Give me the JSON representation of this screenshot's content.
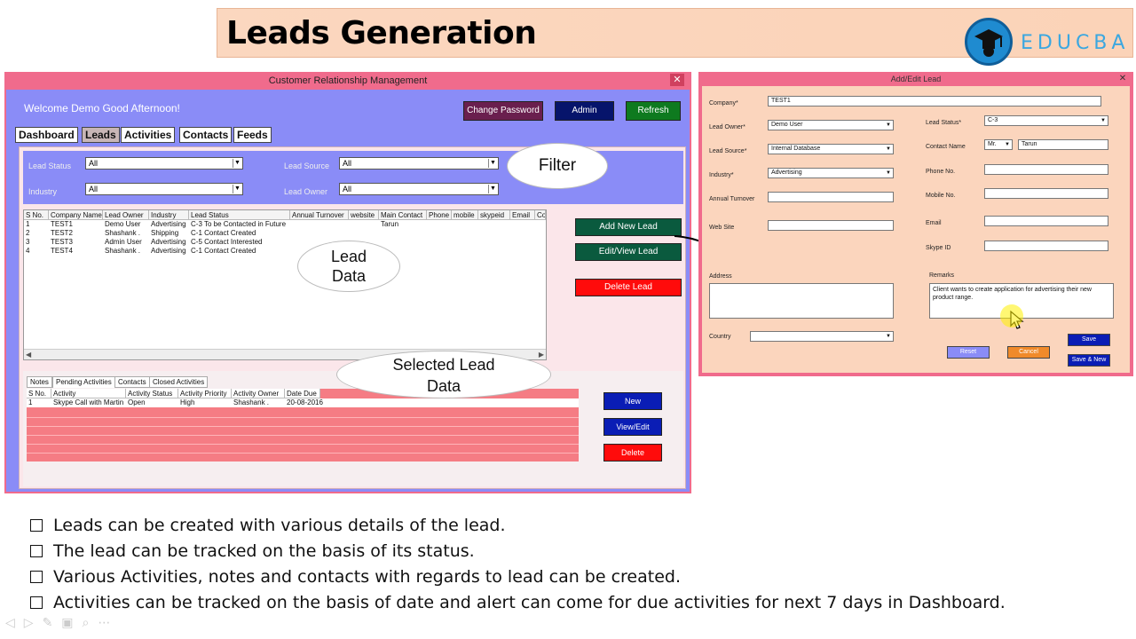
{
  "banner": {
    "title": "Leads Generation",
    "logo_text": "EDUCBA"
  },
  "crm": {
    "window_title": "Customer Relationship Management",
    "welcome": "Welcome Demo Good Afternoon!",
    "buttons": {
      "change_password": "Change Password",
      "admin": "Admin",
      "refresh": "Refresh"
    },
    "tabs": [
      "Dashboard",
      "Leads",
      "Activities",
      "Contacts",
      "Feeds"
    ],
    "filters": {
      "lead_status_label": "Lead Status",
      "lead_status_value": "All",
      "industry_label": "Industry",
      "industry_value": "All",
      "lead_source_label": "Lead Source",
      "lead_source_value": "All",
      "lead_owner_label": "Lead Owner",
      "lead_owner_value": "All"
    },
    "grid": {
      "columns": [
        "S No.",
        "Company Name",
        "Lead Owner",
        "Industry",
        "Lead Status",
        "Annual Turnover",
        "website",
        "Main Contact",
        "Phone",
        "mobile",
        "skypeid",
        "Email",
        "Co"
      ],
      "rows": [
        [
          "1",
          "TEST1",
          "Demo User",
          "Advertising",
          "C-3 To be Contacted in Future",
          "",
          "",
          "Tarun",
          "",
          "",
          "",
          "",
          ""
        ],
        [
          "2",
          "TEST2",
          "Shashank .",
          "Shipping",
          "C-1 Contact Created",
          "",
          "",
          "",
          "",
          "",
          "",
          "",
          ""
        ],
        [
          "3",
          "TEST3",
          "Admin User",
          "Advertising",
          "C-5 Contact Interested",
          "",
          "",
          "",
          "",
          "",
          "",
          "",
          ""
        ],
        [
          "4",
          "TEST4",
          "Shashank .",
          "Advertising",
          "C-1 Contact Created",
          "",
          "",
          "",
          "",
          "",
          "",
          "",
          ""
        ]
      ]
    },
    "lead_buttons": {
      "add": "Add New Lead",
      "edit": "Edit/View Lead",
      "delete": "Delete Lead"
    },
    "bottom_tabs": [
      "Notes",
      "Pending Activities",
      "Contacts",
      "Closed Activities"
    ],
    "activities": {
      "columns": [
        "S No.",
        "Activity",
        "Activity Status",
        "Activity Priority",
        "Activity Owner",
        "Date Due"
      ],
      "rows": [
        [
          "1",
          "Skype Call with Martin",
          "Open",
          "High",
          "Shashank .",
          "20-08-2016"
        ]
      ]
    },
    "activity_buttons": {
      "new": "New",
      "view_edit": "View/Edit",
      "delete": "Delete"
    }
  },
  "callouts": {
    "filter": "Filter",
    "lead_data_1": "Lead",
    "lead_data_2": "Data",
    "selected_1": "Selected Lead",
    "selected_2": "Data"
  },
  "edit_form": {
    "window_title": "Add/Edit Lead",
    "company_label": "Company*",
    "company_value": "TEST1",
    "lead_owner_label": "Lead Owner*",
    "lead_owner_value": "Demo User",
    "lead_source_label": "Lead Source*",
    "lead_source_value": "Internal Database",
    "industry_label": "Industry*",
    "industry_value": "Advertising",
    "annual_turnover_label": "Annual Turnover",
    "website_label": "Web Site",
    "lead_status_label": "Lead Status*",
    "lead_status_value": "C-3",
    "contact_name_label": "Contact Name",
    "salutation_value": "Mr.",
    "contact_name_value": "Tarun",
    "phone_label": "Phone No.",
    "mobile_label": "Mobile No.",
    "email_label": "Email",
    "skype_label": "Skype ID",
    "address_label": "Address",
    "remarks_label": "Remarks",
    "remarks_value": "Client wants to create application for advertising their new product range.",
    "country_label": "Country",
    "buttons": {
      "reset": "Reset",
      "cancel": "Cancel",
      "save": "Save",
      "save_new": "Save & New"
    }
  },
  "bullets": [
    "Leads can be created with various details of the lead.",
    "The lead can be tracked on the basis of its status.",
    "Various Activities, notes and contacts with regards to lead can be created.",
    "Activities can be tracked on the basis of date and alert can come for due activities for next 7 days in Dashboard."
  ]
}
